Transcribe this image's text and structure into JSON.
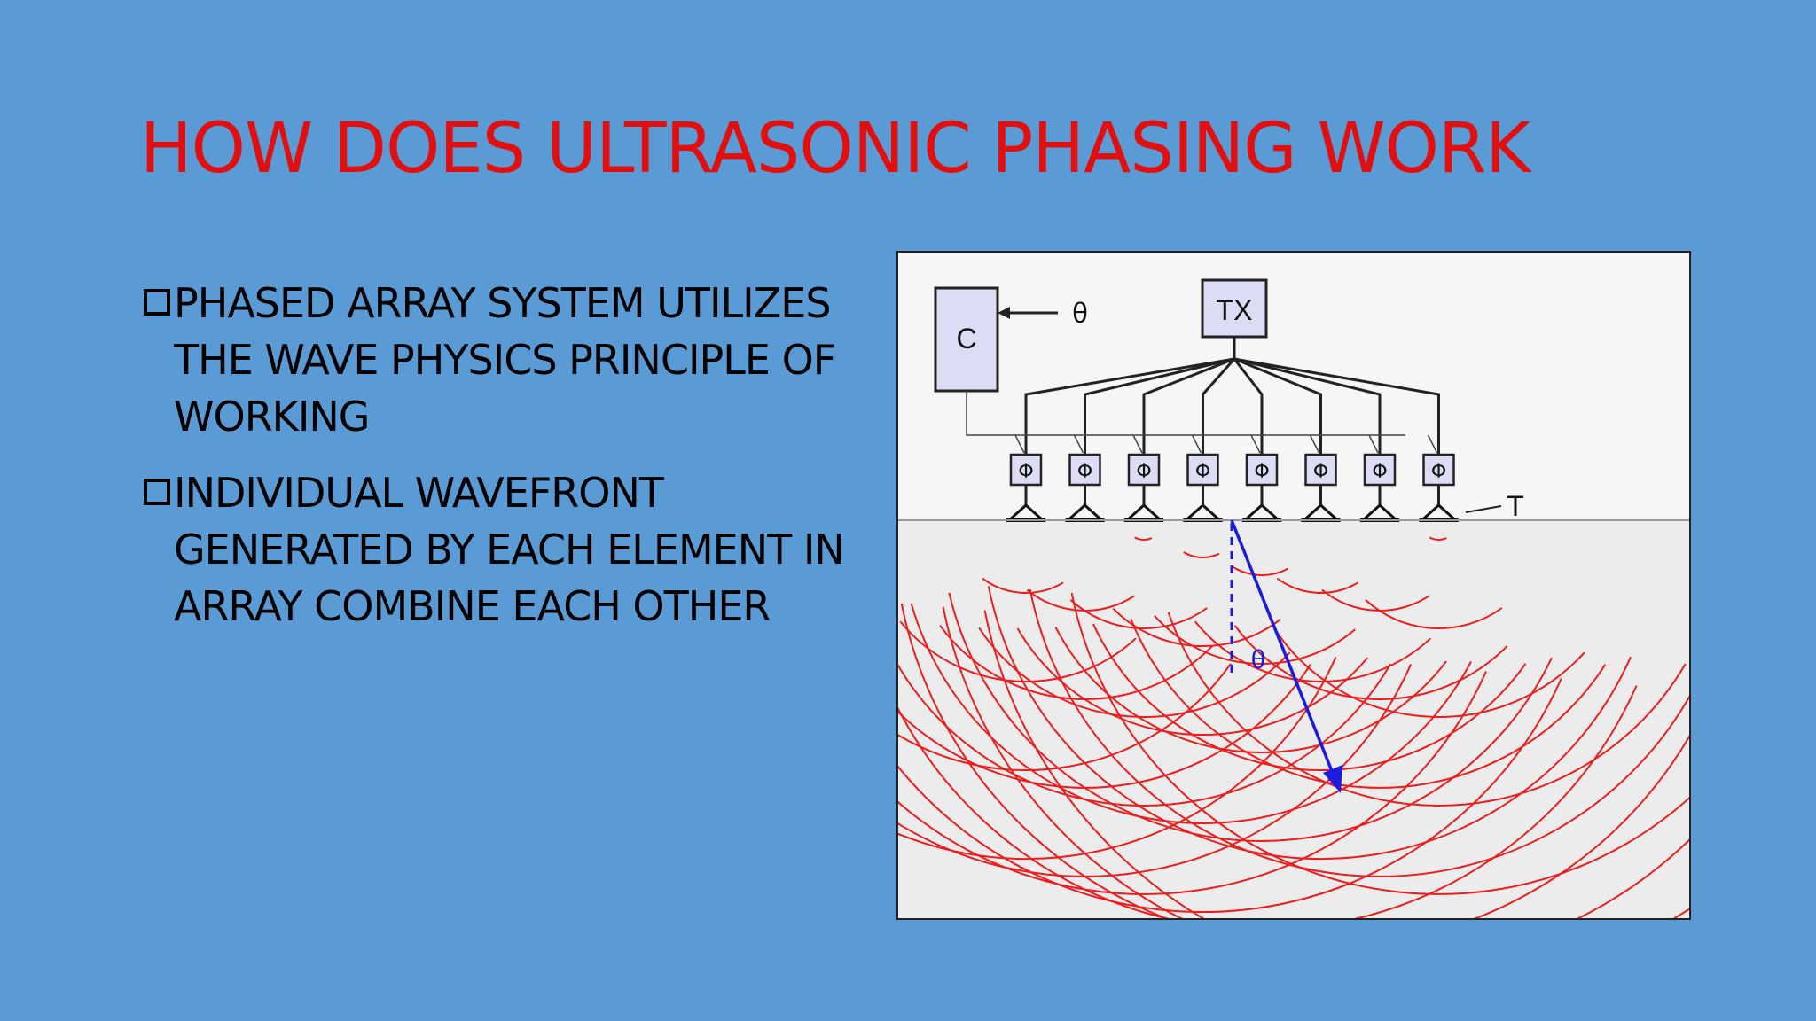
{
  "slide": {
    "title": "HOW DOES ULTRASONIC PHASING WORK",
    "bullets": [
      {
        "text": "PHASED ARRAY SYSTEM UTILIZES THE WAVE PHYSICS PRINCIPLE OF WORKING"
      },
      {
        "text": "INDIVIDUAL WAVEFRONT GENERATED BY EACH ELEMENT IN ARRAY COMBINE EACH OTHER"
      }
    ]
  },
  "diagram": {
    "controller_label": "C",
    "transmitter_label": "TX",
    "angle_label": "θ",
    "transducer_label": "T",
    "phase_shifter_label": "Φ",
    "element_count": 8,
    "colors": {
      "wavefront": "#ee1c1c",
      "beam": "#1c1ce0",
      "box_fill": "#dcdcf4",
      "box_stroke": "#222222",
      "medium": "#ececec",
      "air": "#f6f6f6"
    }
  }
}
